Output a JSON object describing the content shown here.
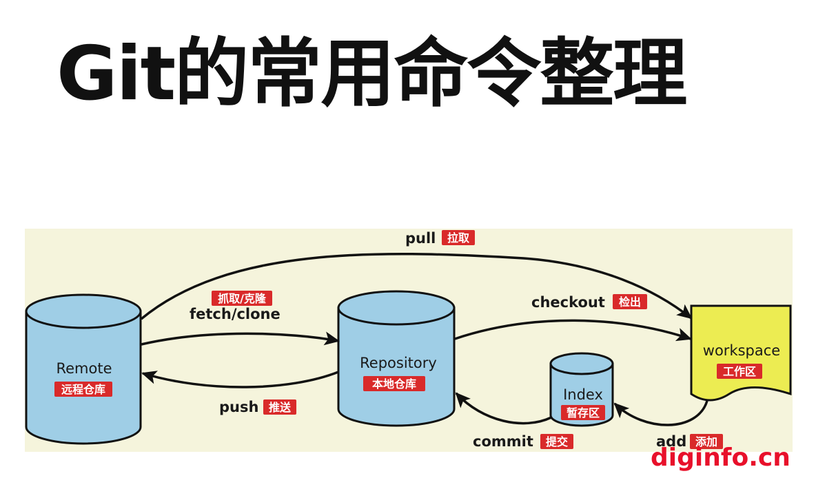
{
  "title": "Git的常用命令整理",
  "nodes": {
    "remote": {
      "en": "Remote",
      "cn": "远程仓库"
    },
    "repository": {
      "en": "Repository",
      "cn": "本地仓库"
    },
    "index": {
      "en": "Index",
      "cn": "暂存区"
    },
    "workspace": {
      "en": "workspace",
      "cn": "工作区"
    }
  },
  "edges": {
    "pull": {
      "en": "pull",
      "cn": "拉取"
    },
    "fetch_clone": {
      "en": "fetch/clone",
      "cn": "抓取/克隆"
    },
    "checkout": {
      "en": "checkout",
      "cn": "检出"
    },
    "push": {
      "en": "push",
      "cn": "推送"
    },
    "commit": {
      "en": "commit",
      "cn": "提交"
    },
    "add": {
      "en": "add",
      "cn": "添加"
    }
  },
  "watermark": "diginfo.cn",
  "colors": {
    "panel": "#f5f4dc",
    "cylinder": "#9fcee6",
    "workspace": "#ecec52",
    "label_bg": "#d92a2a",
    "watermark": "#e8102a"
  }
}
